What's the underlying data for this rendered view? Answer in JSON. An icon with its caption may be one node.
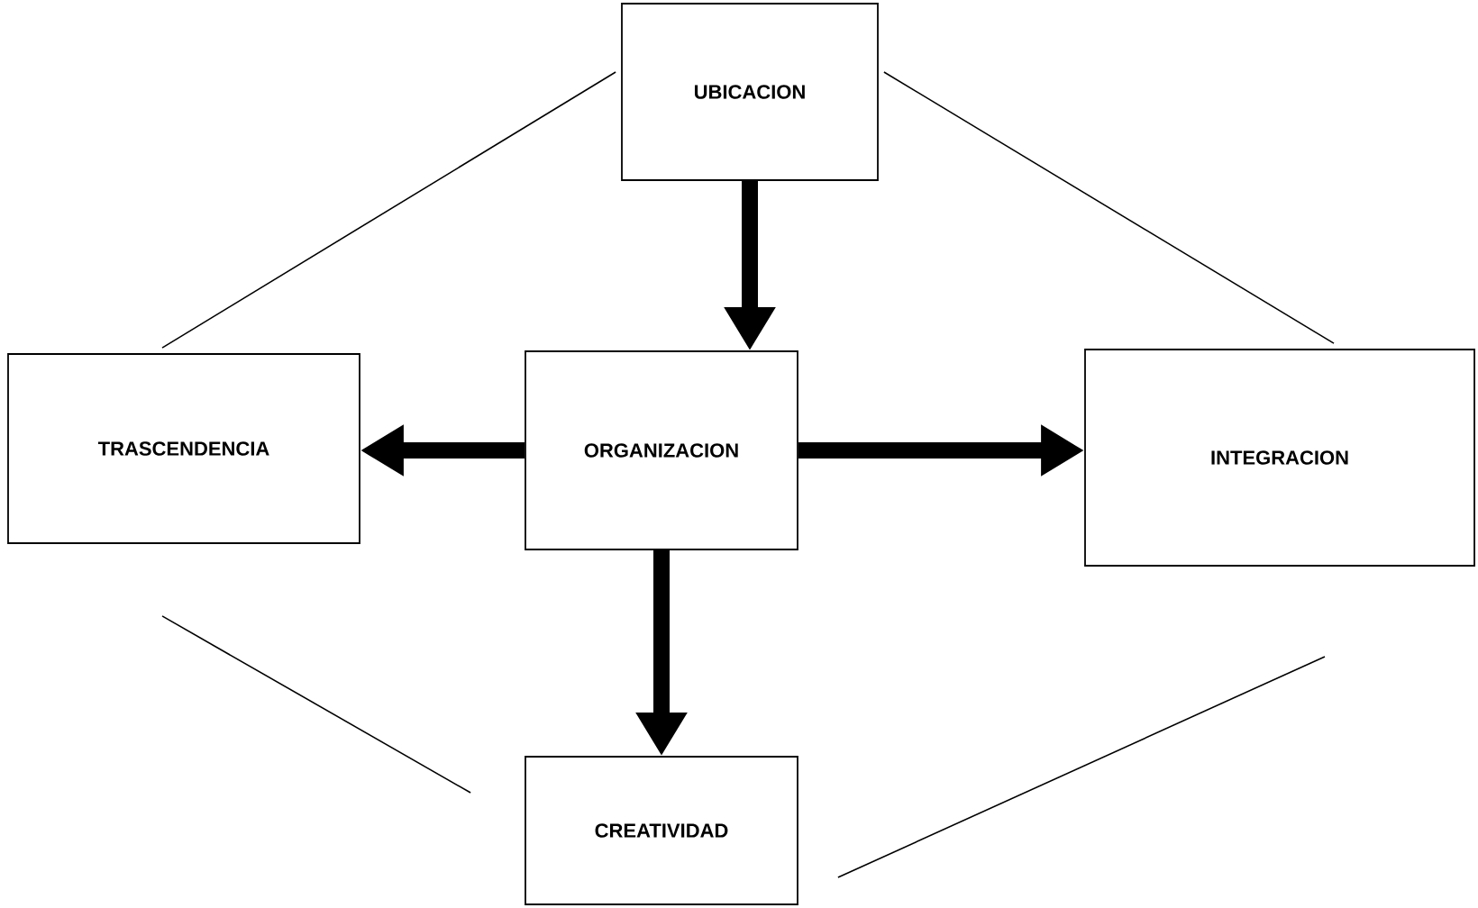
{
  "diagram": {
    "nodes": [
      {
        "text": [
          "UBICACION"
        ]
      },
      {
        "text": [
          "TRASCENDENCIA"
        ]
      },
      {
        "text": [
          "ORGANIZACION"
        ]
      },
      {
        "text": [
          "INTEGRACION"
        ]
      },
      {
        "text": [
          "CREATIVIDAD"
        ]
      }
    ],
    "edges": [
      {
        "from": 0,
        "to": 2,
        "arrow": "to",
        "style": "thick"
      },
      {
        "from": 2,
        "to": 1,
        "arrow": "to",
        "style": "thick"
      },
      {
        "from": 2,
        "to": 3,
        "arrow": "to",
        "style": "thick"
      },
      {
        "from": 2,
        "to": 4,
        "arrow": "to",
        "style": "thick"
      },
      {
        "from": 0,
        "to": 1,
        "arrow": "none"
      },
      {
        "from": 0,
        "to": 3,
        "arrow": "none"
      },
      {
        "from": 1,
        "to": 4,
        "arrow": "none"
      },
      {
        "from": 3,
        "to": 4,
        "arrow": "none"
      }
    ]
  }
}
